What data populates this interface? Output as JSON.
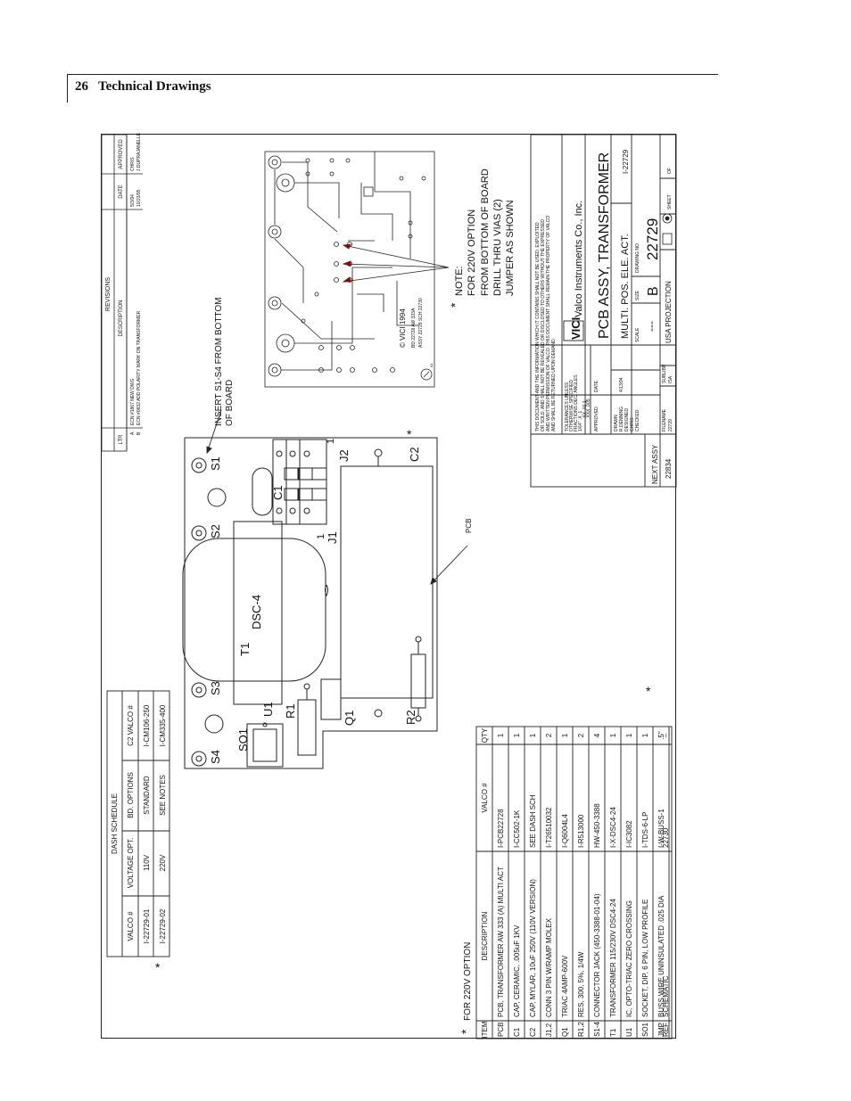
{
  "page_header": {
    "number": "26",
    "title": "Technical Drawings"
  },
  "revisions": {
    "title": "REVISIONS",
    "columns": [
      "LTR",
      "DESCRIPTION",
      "DATE",
      "APPROVED"
    ],
    "rows": [
      {
        "ltr": "A",
        "description": "ECN #1867 NEW DWG",
        "date": "5/3/94",
        "approved": "CHRIS"
      },
      {
        "ltr": "B",
        "description": "ECN #0832 ADD POLARITY MARK ON TRANSFORMER",
        "date": "10/23/95",
        "approved": "J.DUPRAJANELLE"
      }
    ]
  },
  "dash_schedule": {
    "title": "DASH SCHEDULE",
    "columns": [
      "VALCO #",
      "VOLTAGE OPT.",
      "BD. OPTIONS",
      "C2 VALCO #"
    ],
    "rows": [
      [
        "I-22729-01",
        "110V",
        "STANDARD",
        "I-CM106-250"
      ],
      [
        "I-22729-02",
        "220V",
        "SEE NOTES",
        "I-CM335-400"
      ]
    ]
  },
  "parts_list": {
    "note": "FOR 220V OPTION",
    "columns": [
      "ITEM",
      "DESCRIPTION",
      "VALCO #",
      "QTY"
    ],
    "rows": [
      [
        "PCB",
        "PCB, TRANSFORMER AW 333 (A) MULTI ACT",
        "I-PCB22728",
        "1"
      ],
      [
        "C1",
        "CAP, CERAMIC, .005uF 1KV",
        "I-CC502-1K",
        "1"
      ],
      [
        "C2",
        "CAP, MYLAR, 10uF 250V (110V VERSION)",
        "SEE DASH SCH",
        "1"
      ],
      [
        "J1,2",
        "CONN 3 PIN W/RAMP MOLEX",
        "I-T26510032",
        "2"
      ],
      [
        "Q1",
        "TRIAC 4AMP-600V",
        "I-Q6004L4",
        "1"
      ],
      [
        "R1,2",
        "RES, 300, 5%, 1/4W",
        "I-R513000",
        "2"
      ],
      [
        "S1-4",
        "CONNECTOR JACK (450-3388-01-04)",
        "HW-450-3388",
        "4"
      ],
      [
        "T1",
        "TRANSFORMER 115/230V DSC4-24",
        "I-X-DSC4-24",
        "1"
      ],
      [
        "U1",
        "IC, OPTO-TRIAC ZERO CROSSING",
        "I-IC3082",
        "1"
      ],
      [
        "SO1",
        "SOCKET, DIP, 6 PIN, LOW PROFILE",
        "I-TDS-6-LP",
        "1"
      ],
      [
        "JMP",
        "BUSS WIRE UNINSULATED .025 DIA",
        "I-W-BUSS-1",
        ".5\""
      ],
      [
        "REF",
        "SCHEMATIC",
        "22730",
        "–"
      ]
    ]
  },
  "assembly_labels": {
    "s1": "S1",
    "s2": "S2",
    "s3": "S3",
    "s4": "S4",
    "so1": "SO1",
    "u1": "U1",
    "r1": "R1",
    "t1": "T1",
    "dsc": "DSC-4",
    "c1": "C1",
    "j1": "J1",
    "j2": "J2",
    "c2": "C2",
    "q1": "Q1",
    "r2": "R2",
    "pcb": "PCB",
    "one_a": "1",
    "one_b": "1",
    "insert_note": [
      "INSERT S1-S4 FROM BOTTOM",
      "OF BOARD"
    ]
  },
  "star": "*",
  "pcb_note": [
    "NOTE:",
    "FOR 220V OPTION",
    "FROM BOTTOM OF BOARD",
    "DRILL THRU VIAS (2)",
    "JUMPER AS SHOWN"
  ],
  "pcb_copper_text": {
    "copyright": "© VICI 1994",
    "line1": "BD 22728   AW 333A",
    "line2": "ASSY 22729   SCH 22730",
    "a1": "A1"
  },
  "title_block": {
    "disclaimer": [
      "THIS DOCUMENT AND THE INFORMATION WHICH IT CONTAINS SHALL NOT BE USED, EXPLOITED",
      "OR SOLD, AND SHALL NOT BE REVEALED OR DISCLOSED TO OTHERS WITHOUT THE EXPRESSED",
      "AND WRITTEN PERMISSION OF VALCO. THIS DOCUMENT SHALL REMAIN THE PROPERTY OF VALCO",
      "AND SHALL BE RETURNED UPON DEMAND."
    ],
    "tolerances": [
      "TOLERANCES UNLESS",
      "OTHERWISE SPECIFIED",
      "FRACTIONS  DEC.  ANGLES",
      "1/64\"    .X  .1",
      "         .XX .01    1",
      "         .XXX .005"
    ],
    "approved_label": "APPROVED",
    "date_label": "DATE",
    "drawn_label": "DRAWN",
    "drawn_by": "R.DENNING",
    "drawn_date": "4/13/94",
    "designed_label": "DESIGNED",
    "designed_by": "CHRIS",
    "checked_label": "CHECKED",
    "company": "Valco Instruments Co., Inc.",
    "logo": "VICI",
    "title": "PCB ASSY, TRANSFORMER",
    "subtitle": "MULTI. POS. ELE. ACT.",
    "drawing_no_top": "I-22729",
    "scale_label": "SCALE",
    "scale": "---",
    "size_label": "SIZE",
    "size": "B",
    "dwg_no_label": "DRAWING NO.",
    "dwg_no": "22729",
    "next_assy_label": "NEXT ASSY",
    "next_assy": "22834",
    "filename_label": "FILENAME",
    "filename": "22729",
    "sublibr_label": "SUBLIBR",
    "sublibr": "ISA",
    "projection": "USA PROJECTION",
    "sheet_label": "SHEET",
    "of_label": "OF"
  }
}
